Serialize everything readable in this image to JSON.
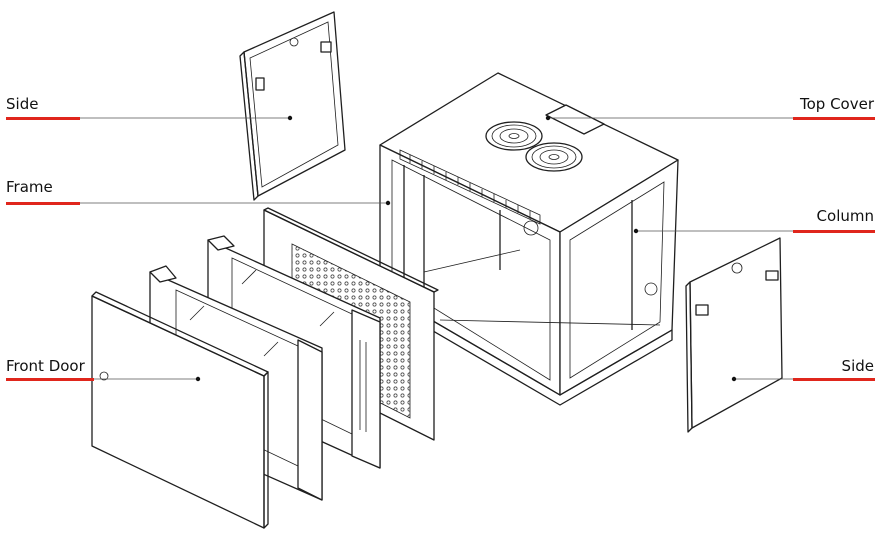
{
  "colors": {
    "accent": "#e0261c",
    "line": "#1f1f1f",
    "text": "#111111"
  },
  "labels": {
    "side_left": "Side",
    "frame": "Frame",
    "front_door": "Front Door",
    "top_cover": "Top Cover",
    "column": "Column",
    "side_right": "Side"
  }
}
